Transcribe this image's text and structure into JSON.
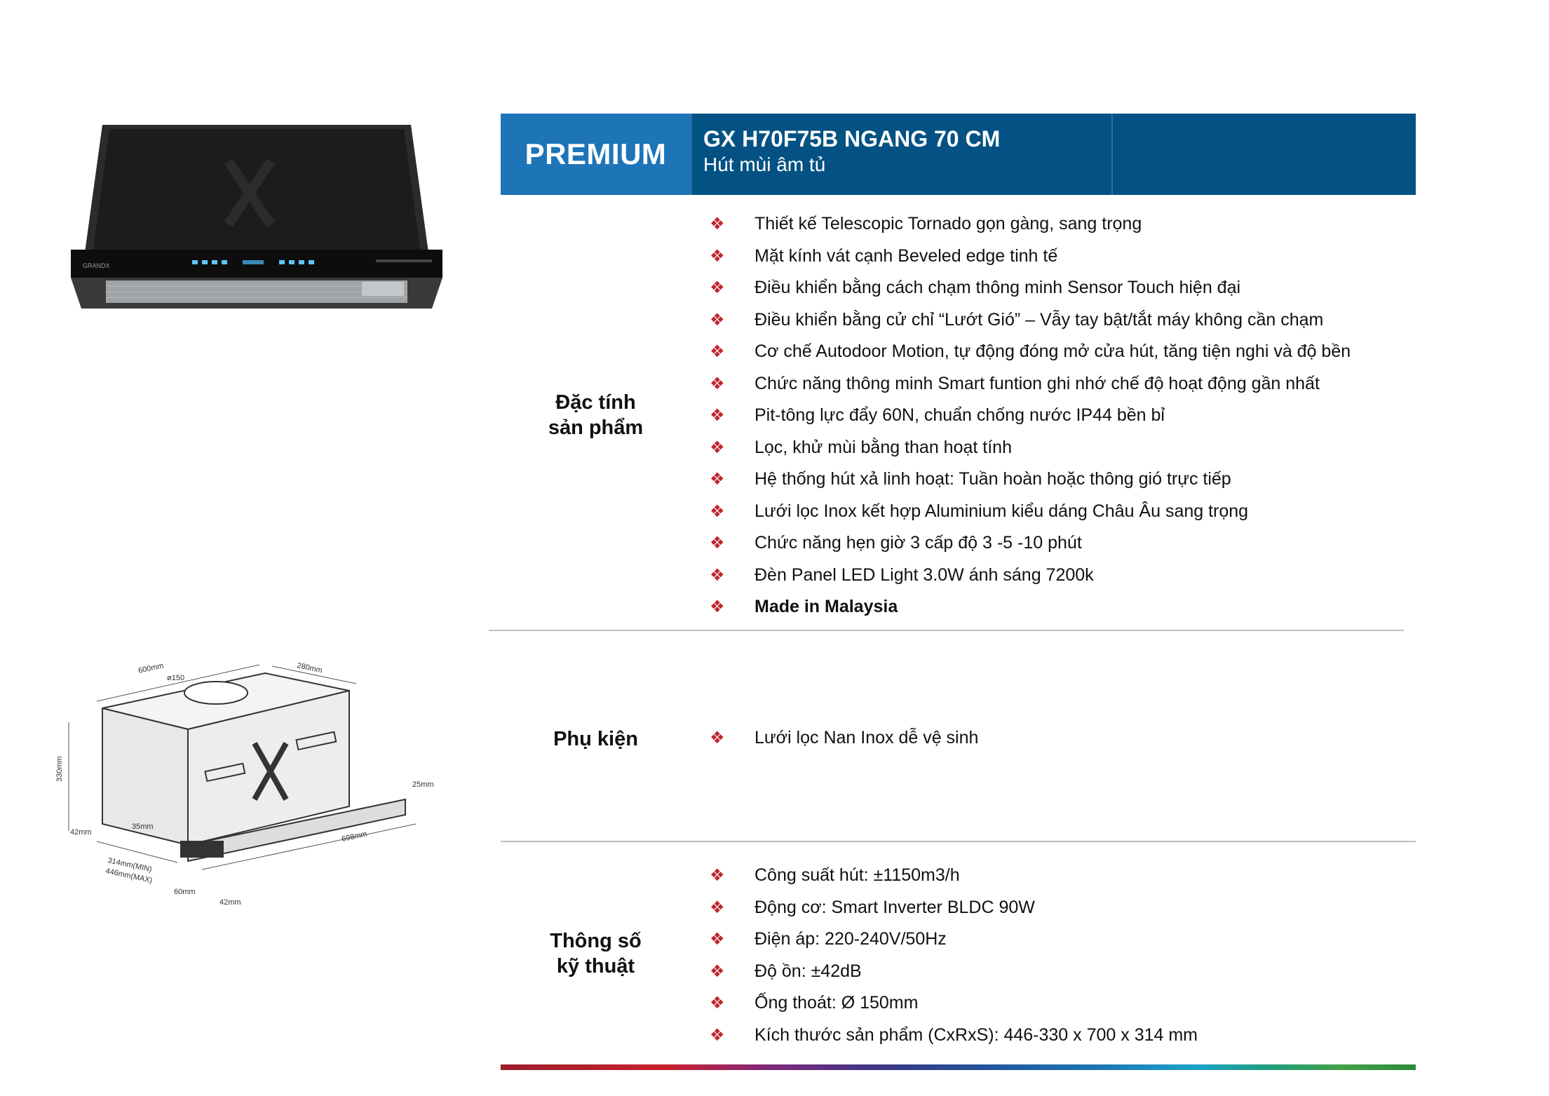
{
  "header": {
    "tier": "PREMIUM",
    "model": "GX H70F75B NGANG 70 CM",
    "subtitle": "Hút mùi âm tủ"
  },
  "product_image": {
    "brand_mark": "GRANDX"
  },
  "diagram": {
    "dimensions": [
      "600mm",
      "280mm",
      "ø150",
      "330mm",
      "42mm",
      "35mm",
      "25mm",
      "698mm",
      "314mm(MIN)",
      "446mm(MAX)",
      "60mm",
      "42mm"
    ]
  },
  "sections": {
    "features": {
      "label_line1": "Đặc tính",
      "label_line2": "sản phẩm",
      "bullet": "❖",
      "items": [
        "Thiết kế Telescopic Tornado gọn gàng, sang trọng",
        "Mặt kính vát cạnh Beveled edge tinh tế",
        "Điều khiển bằng cách chạm thông minh Sensor Touch hiện đại",
        "Điều khiển bằng cử chỉ “Lướt Gió” – Vẫy tay bật/tắt máy không cần chạm",
        "Cơ chế Autodoor Motion, tự động đóng mở cửa hút, tăng tiện nghi và độ bền",
        "Chức năng thông minh Smart funtion ghi nhớ chế độ hoạt động gần nhất",
        "Pit-tông lực đẩy 60N, chuẩn chống nước IP44 bền bỉ",
        "Lọc, khử mùi bằng than hoạt tính",
        "Hệ thống hút xả linh hoạt: Tuần hoàn hoặc thông gió trực tiếp",
        "Lưới lọc Inox kết hợp Aluminium kiểu dáng Châu Âu sang trọng",
        "Chức năng hẹn giờ 3 cấp độ 3 -5 -10 phút",
        "Đèn Panel LED Light 3.0W ánh sáng 7200k",
        "Made in Malaysia"
      ]
    },
    "accessories": {
      "label": "Phụ kiện",
      "items": [
        "Lưới lọc Nan Inox dễ vệ sinh"
      ]
    },
    "specs": {
      "label_line1": "Thông số",
      "label_line2": "kỹ thuật",
      "items": [
        "Công suất hút: ±1150m3/h",
        "Động cơ: Smart Inverter BLDC 90W",
        "Điện áp: 220-240V/50Hz",
        "Độ ồn: ±42dB",
        "Ống thoát: Ø 150mm",
        "Kích thước sản phẩm (CxRxS): 446-330 x 700 x 314 mm"
      ]
    }
  }
}
